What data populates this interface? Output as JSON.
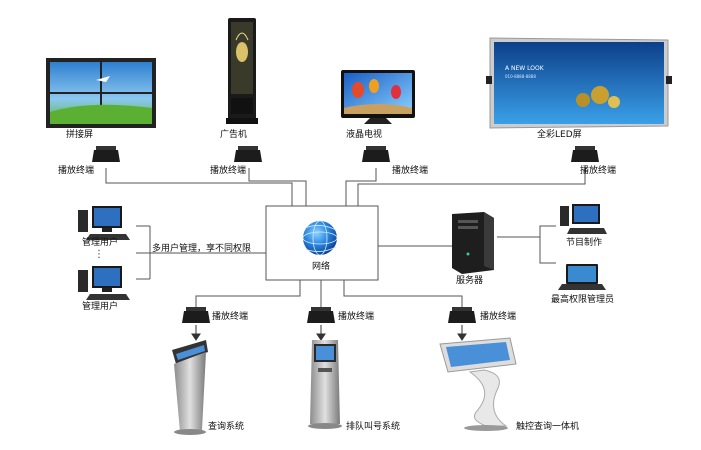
{
  "labels": {
    "video_wall": "拼接屏",
    "ad_machine": "广告机",
    "lcd_tv": "液晶电视",
    "led_screen": "全彩LED屏",
    "player_top_1": "播放终端",
    "player_top_2": "播放终端",
    "player_top_3": "播放终端",
    "player_top_4": "播放终端",
    "player_bottom_1": "播放终端",
    "player_bottom_2": "播放终端",
    "player_bottom_3": "播放终端",
    "admin_user_1": "管理用户",
    "admin_user_2": "管理用户",
    "admin_dots": "⋮",
    "multi_user": "多用户管理，享不同权限",
    "network": "网络",
    "server": "服务器",
    "program_making": "节目制作",
    "super_admin": "最高权限管理员",
    "query_system": "查询系统",
    "queue_system": "排队叫号系统",
    "touch_kiosk": "触控查询一体机"
  },
  "screen_text": {
    "led_headline": "A NEW LOOK",
    "led_subline": "010-8888-8888"
  },
  "colors": {
    "line": "#555555",
    "device_dark": "#222222",
    "globe": "#1e6fd0",
    "sky": "#4aa3e0",
    "grass": "#6cbf3a"
  }
}
